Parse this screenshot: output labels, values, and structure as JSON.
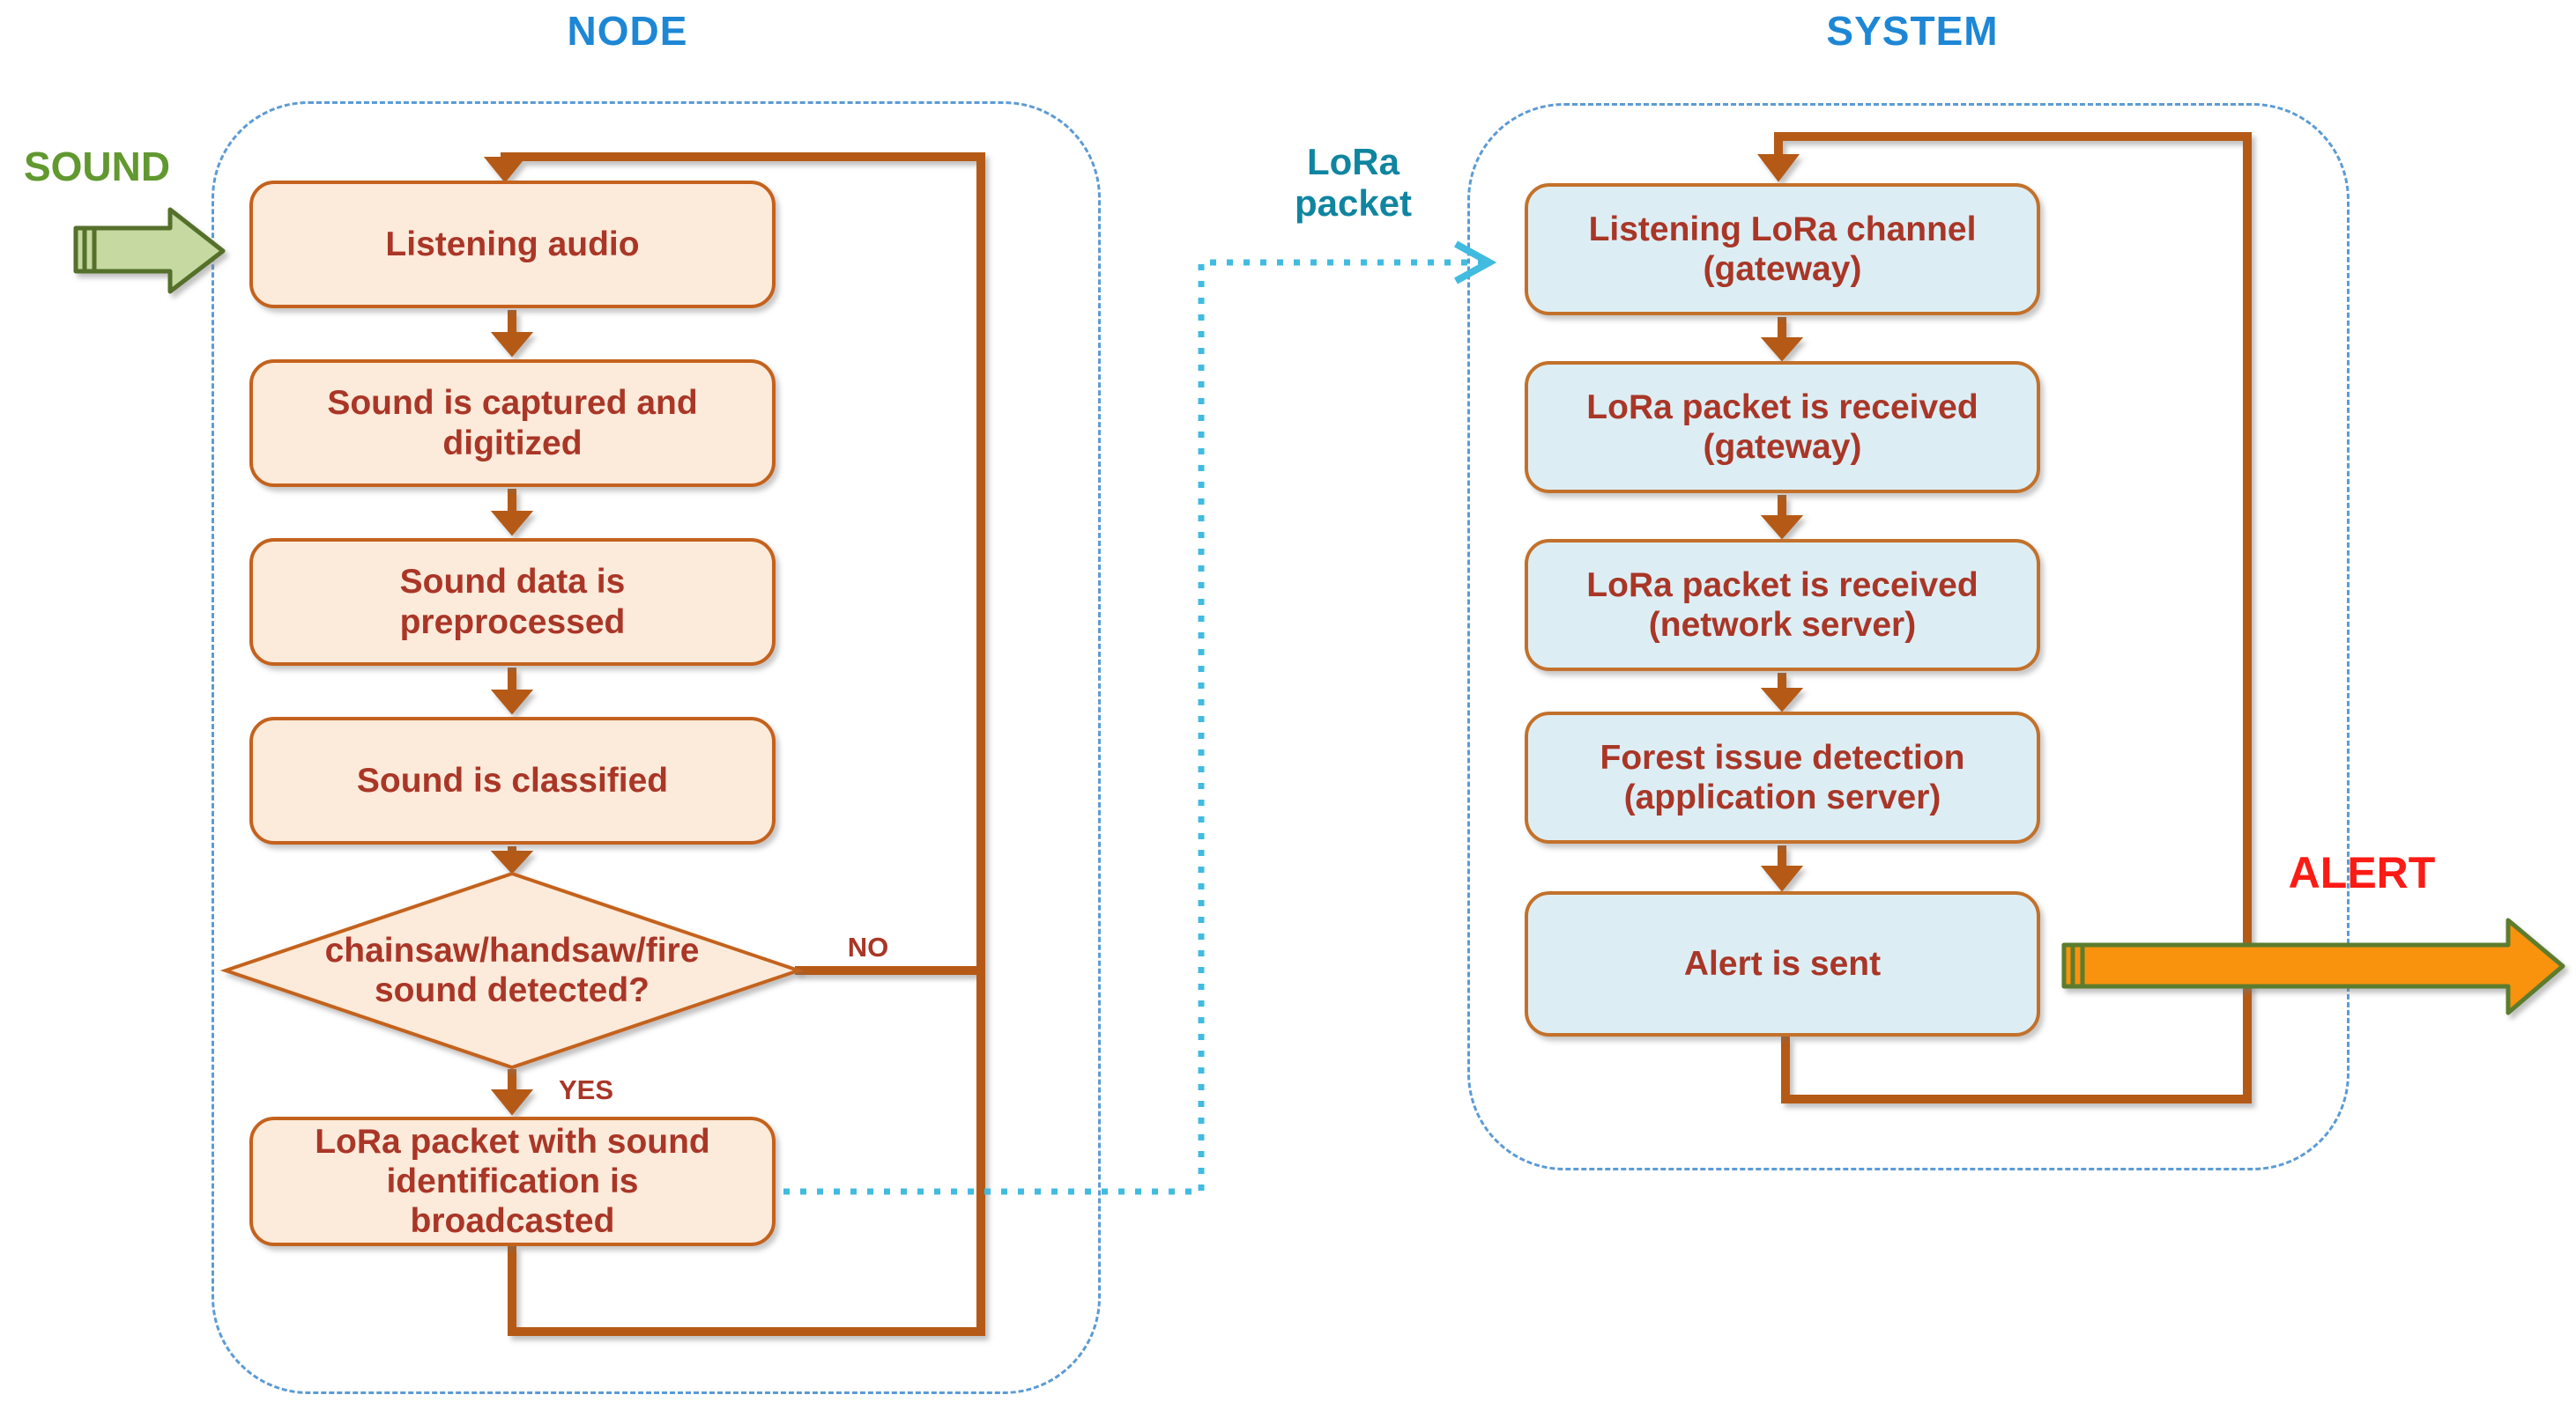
{
  "node_section": {
    "title": "NODE",
    "steps": [
      "Listening audio",
      "Sound is captured and\ndigitized",
      "Sound data is\npreprocessed",
      "Sound is classified"
    ],
    "decision": {
      "label": "chainsaw/handsaw/fire\nsound detected?",
      "yes": "YES",
      "no": "NO"
    },
    "broadcast_step": "LoRa packet with sound\nidentification is\nbroadcasted"
  },
  "system_section": {
    "title": "SYSTEM",
    "steps": [
      "Listening LoRa channel\n(gateway)",
      "LoRa packet is received\n(gateway)",
      "LoRa packet is received\n(network server)",
      "Forest issue detection\n(application server)",
      "Alert is sent"
    ]
  },
  "flow_labels": {
    "input": "SOUND",
    "packet": "LoRa\npacket",
    "output": "ALERT"
  },
  "colors": {
    "section_title_blue": "#1e87d5",
    "container_dashed_blue": "#5b9bd5",
    "node_box_fill": "#fceada",
    "node_box_border": "#c4621d",
    "system_box_fill": "#dceef4",
    "system_box_border": "#c3712a",
    "box_text_red": "#a93627",
    "flow_line_brown": "#b55a13",
    "lora_dotted_cyan": "#41bbe0",
    "lora_label_teal": "#0f85a0",
    "sound_green_text": "#61982f",
    "sound_arrow_fill": "#c5d9a0",
    "sound_arrow_border": "#55702b",
    "alert_red": "#fb1b15",
    "alert_arrow_fill": "#f9920f",
    "alert_arrow_border": "#5b7b2e"
  }
}
